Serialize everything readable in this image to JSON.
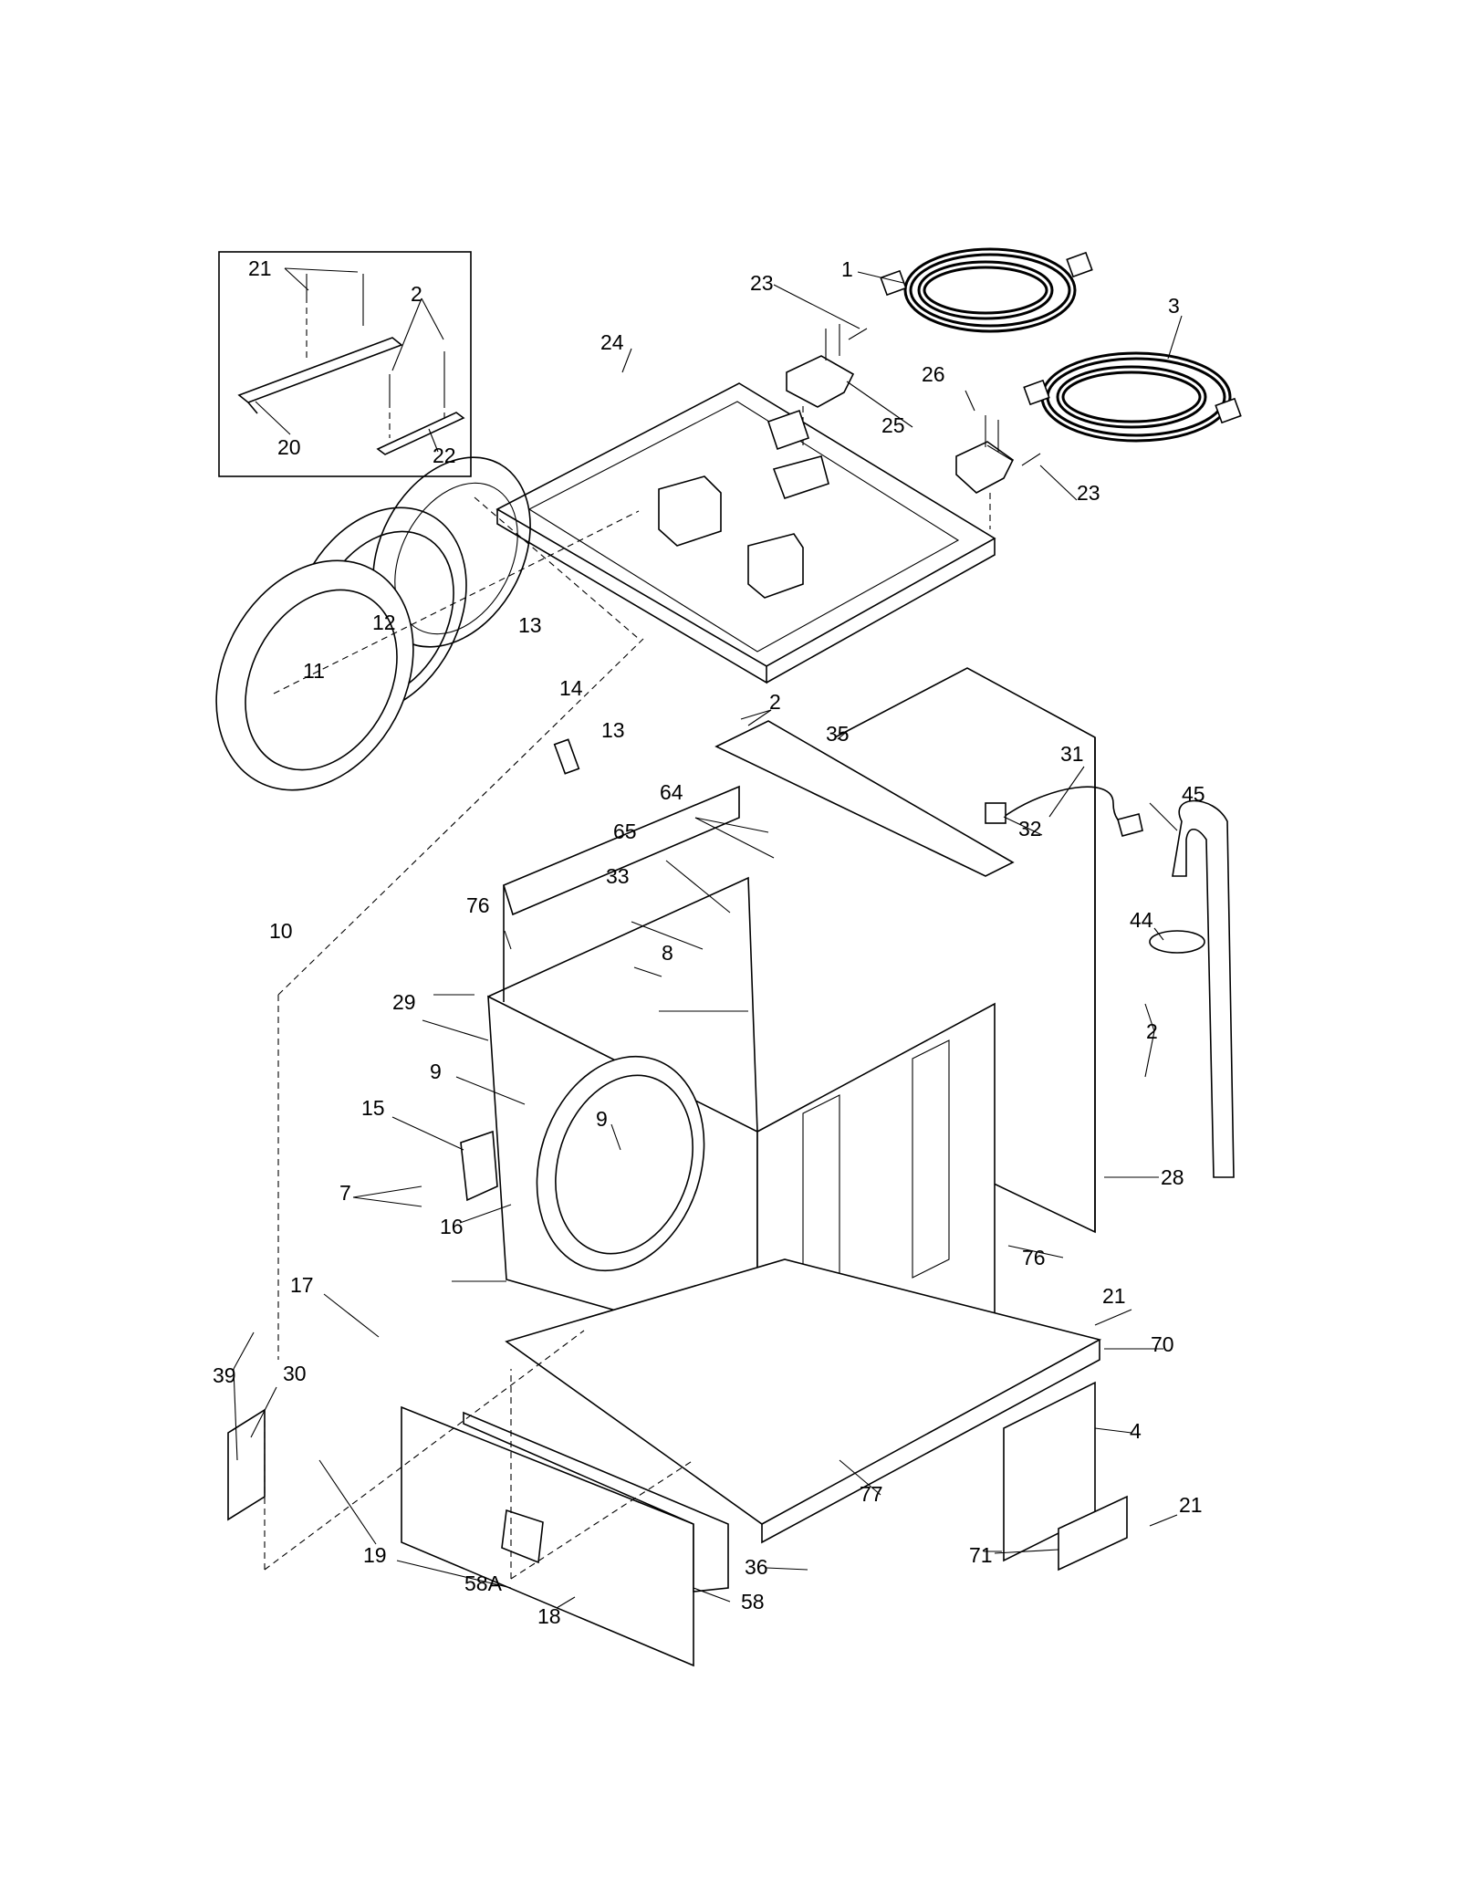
{
  "callouts": {
    "c1": "1",
    "c2_inset": "2",
    "c2_top": "2",
    "c2_right": "2",
    "c3": "3",
    "c4": "4",
    "c7": "7",
    "c8": "8",
    "c9_left": "9",
    "c9_right": "9",
    "c10": "10",
    "c11": "11",
    "c12": "12",
    "c13_top": "13",
    "c13_mid": "13",
    "c14": "14",
    "c15": "15",
    "c16": "16",
    "c17": "17",
    "c18": "18",
    "c19": "19",
    "c20": "20",
    "c21_inset": "21",
    "c21_mid": "21",
    "c21_low": "21",
    "c22": "22",
    "c23_top": "23",
    "c23_right": "23",
    "c24": "24",
    "c25": "25",
    "c26": "26",
    "c28": "28",
    "c29": "29",
    "c30": "30",
    "c31": "31",
    "c32": "32",
    "c33": "33",
    "c35": "35",
    "c36": "36",
    "c39": "39",
    "c44": "44",
    "c45": "45",
    "c58": "58",
    "c58a": "58A",
    "c64": "64",
    "c65": "65",
    "c70": "70",
    "c71": "71",
    "c76_left": "76",
    "c76_right": "76",
    "c77": "77"
  }
}
